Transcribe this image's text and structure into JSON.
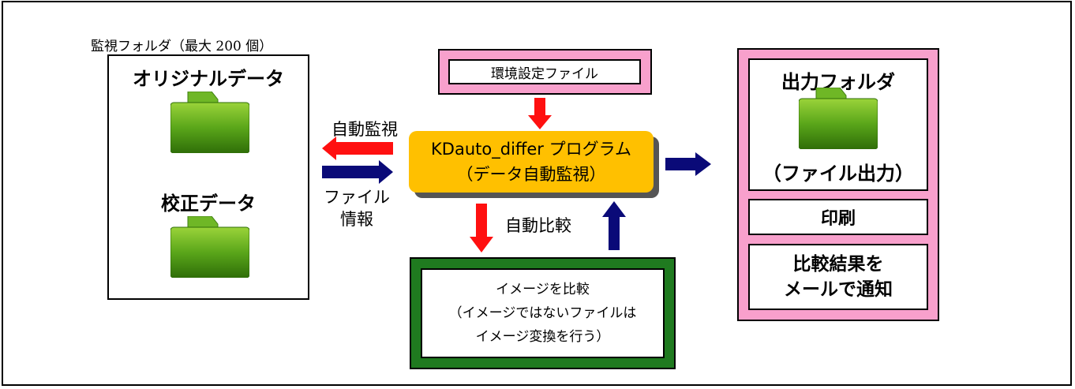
{
  "diagram": {
    "monitor_caption": "監視フォルダ（最大 200 個）",
    "original_data": "オリジナルデータ",
    "proof_data": "校正データ",
    "auto_monitor": "自動監視",
    "file_info_line1": "ファイル",
    "file_info_line2": "情報",
    "settings_file": "環境設定ファイル",
    "program_line1": "KDauto_differ プログラム",
    "program_line2": "（データ自動監視）",
    "auto_compare": "自動比較",
    "compare_line1": "イメージを比較",
    "compare_line2": "（イメージではないファイルは",
    "compare_line3": "イメージ変換を行う）",
    "output_folder": "出力フォルダ",
    "file_output": "（ファイル出力）",
    "print": "印刷",
    "notify_line1": "比較結果を",
    "notify_line2": "メールで通知"
  },
  "colors": {
    "pink": "#f8a0cc",
    "dark_green": "#1f7a1f",
    "program_gold": "#ffc000",
    "arrow_red": "#ff1010",
    "arrow_navy": "#0a0a78",
    "folder_green": "#5aa61a"
  },
  "icons": [
    "folder-icon",
    "arrow-left-icon",
    "arrow-right-icon",
    "arrow-down-icon",
    "arrow-up-icon"
  ]
}
